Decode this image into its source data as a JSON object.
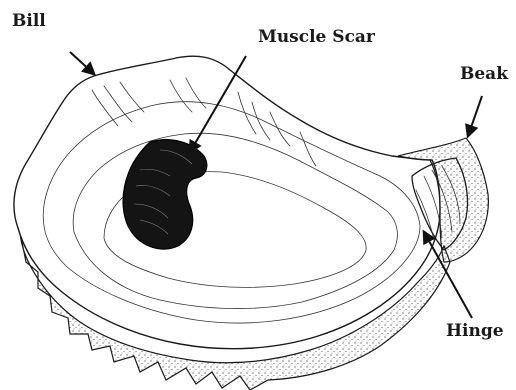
{
  "labels": {
    "bill": "Bill",
    "muscle_scar": "Muscle Scar",
    "beak": "Beak",
    "hinge": "Hinge"
  },
  "colors": {
    "ink": "#1a1a1a",
    "muscle_scar_fill": "#141414",
    "background": "#ffffff"
  }
}
